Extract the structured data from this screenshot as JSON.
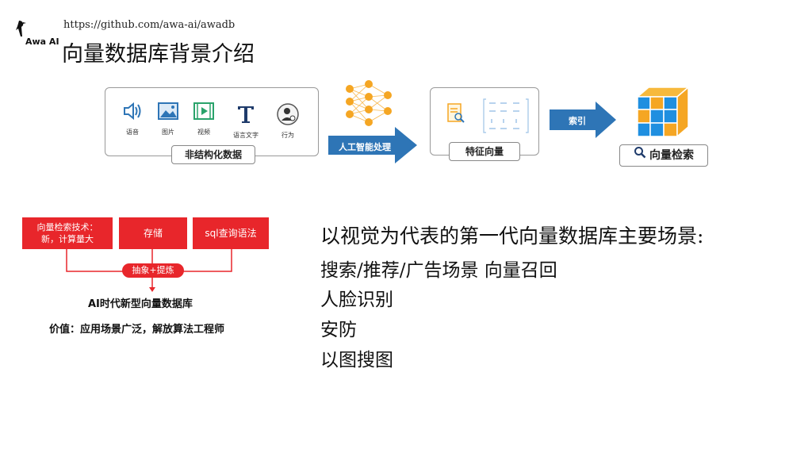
{
  "header": {
    "logo_text": "Awa AI",
    "url": "https://github.com/awa-ai/awadb",
    "title": "向量数据库背景介绍"
  },
  "pipeline": {
    "media": [
      {
        "label": "语音",
        "icon": "speaker-icon"
      },
      {
        "label": "图片",
        "icon": "image-icon"
      },
      {
        "label": "视频",
        "icon": "video-icon"
      },
      {
        "label": "语言文字",
        "icon": "text-icon"
      },
      {
        "label": "行为",
        "icon": "person-icon"
      }
    ],
    "unstructured_label": "非结构化数据",
    "ai_label": "人工智能处理",
    "feature_label": "特征向量",
    "index_label": "索引",
    "search_label": "向量检索"
  },
  "concept": {
    "box1": "向量检索技术：\n新，计算量大",
    "box2": "存储",
    "box3": "sql查询语法",
    "pill": "抽象+提炼",
    "line1": "AI时代新型向量数据库",
    "line2": "价值：应用场景广泛，解放算法工程师"
  },
  "scenarios": {
    "heading": "以视觉为代表的第一代向量数据库主要场景:",
    "items": [
      "搜索/推荐/广告场景   向量召回",
      "人脸识别",
      "安防",
      "以图搜图"
    ]
  },
  "colors": {
    "accent_blue": "#2e75b6",
    "accent_red": "#e8262b",
    "cube_orange": "#f5a623",
    "cube_blue": "#1f8fe0"
  }
}
